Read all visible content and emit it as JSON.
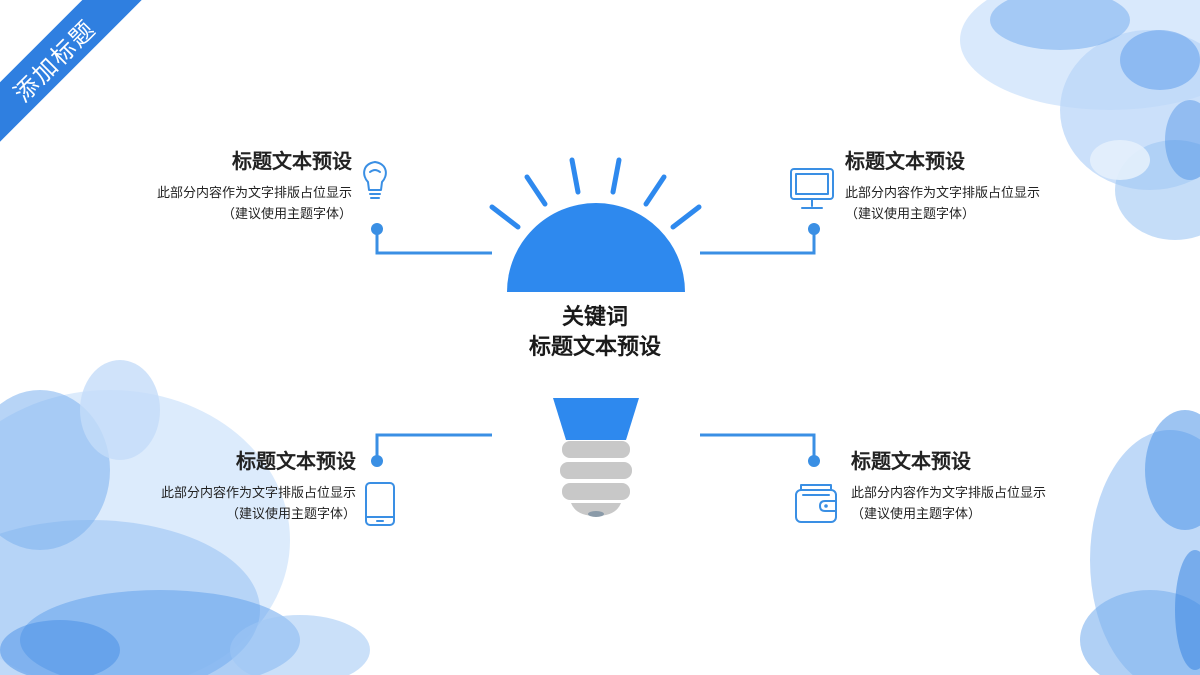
{
  "slide": {
    "corner_label": "添加标题",
    "center": {
      "line1": "关键词",
      "line2": "标题文本预设"
    },
    "items": [
      {
        "title": "标题文本预设",
        "desc1": "此部分内容作为文字排版占位显示",
        "desc2": "（建议使用主题字体）",
        "icon": "lightbulb-icon"
      },
      {
        "title": "标题文本预设",
        "desc1": "此部分内容作为文字排版占位显示",
        "desc2": "（建议使用主题字体）",
        "icon": "monitor-icon"
      },
      {
        "title": "标题文本预设",
        "desc1": "此部分内容作为文字排版占位显示",
        "desc2": "（建议使用主题字体）",
        "icon": "tablet-icon"
      },
      {
        "title": "标题文本预设",
        "desc1": "此部分内容作为文字排版占位显示",
        "desc2": "（建议使用主题字体）",
        "icon": "wallet-icon"
      }
    ],
    "colors": {
      "accent": "#2f7fe0",
      "bulb_blue": "#2e89ee",
      "bulb_gray": "#c8c8c8",
      "text": "#222222"
    }
  }
}
